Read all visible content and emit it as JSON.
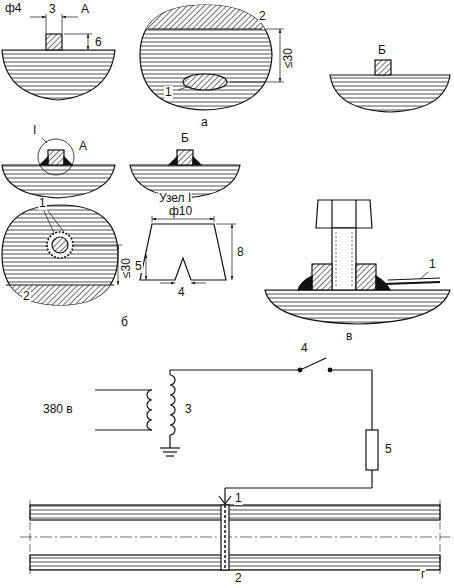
{
  "diagram": {
    "labels": [
      "ф4",
      "3",
      "А",
      "6",
      "2",
      "≤30",
      "1",
      "а",
      "Б",
      "I",
      "А",
      "Б",
      "1",
      "≤30",
      "2",
      "Узел I",
      "ф10",
      "5",
      "8",
      "4",
      "б",
      "1",
      "в",
      "380 в",
      "3",
      "4",
      "5",
      "1",
      "2",
      "г"
    ]
  }
}
